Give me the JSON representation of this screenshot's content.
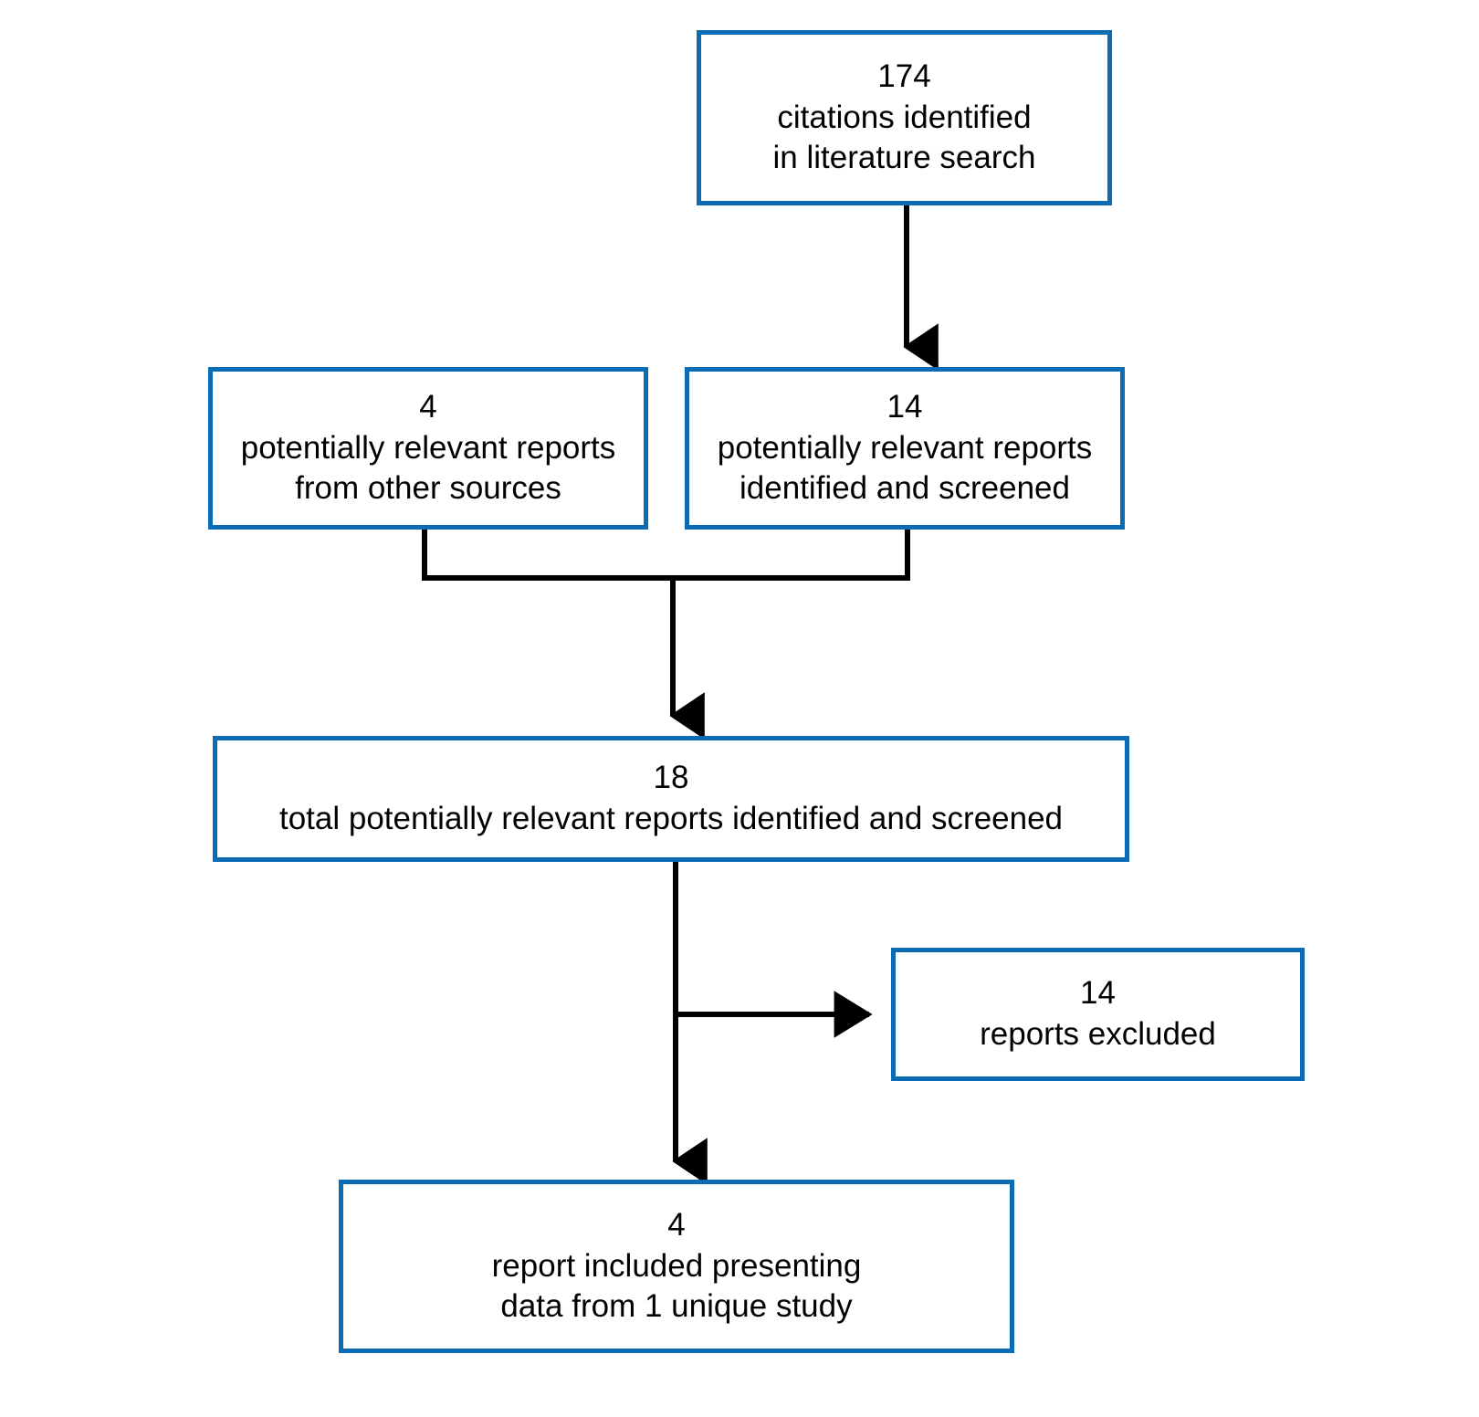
{
  "diagram": {
    "type": "study-selection-flow-diagram",
    "accent_color": "#0a6cb4",
    "connector_color": "#000000",
    "background_color": "#ffffff",
    "boxes": [
      {
        "id": "identified",
        "count": "174",
        "caption": "citations identified\nin literature search"
      },
      {
        "id": "other-sources",
        "count": "4",
        "caption": "potentially relevant reports\nfrom other sources"
      },
      {
        "id": "screened",
        "count": "14",
        "caption": "potentially relevant reports\nidentified and screened"
      },
      {
        "id": "total-screened",
        "count": "18",
        "caption": "total potentially relevant reports identified and screened"
      },
      {
        "id": "excluded",
        "count": "14",
        "caption": "reports excluded"
      },
      {
        "id": "included",
        "count": "4",
        "caption": "report included presenting\ndata from 1 unique study"
      }
    ],
    "connectors": [
      {
        "id": "identified-to-screened",
        "from": "identified",
        "to": "screened",
        "style": "vertical-arrow"
      },
      {
        "id": "other-sources-to-total",
        "from": "other-sources",
        "to": "total-screened",
        "style": "merge-elbow"
      },
      {
        "id": "screened-to-total",
        "from": "screened",
        "to": "total-screened",
        "style": "merge-elbow"
      },
      {
        "id": "total-to-excluded",
        "from": "total-screened",
        "to": "excluded",
        "style": "horizontal-arrow"
      },
      {
        "id": "total-to-included",
        "from": "total-screened",
        "to": "included",
        "style": "vertical-arrow"
      }
    ]
  }
}
